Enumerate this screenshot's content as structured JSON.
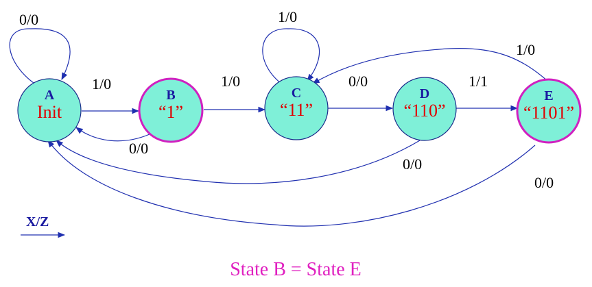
{
  "states": [
    {
      "id": "A",
      "name": "A",
      "desc": "Init",
      "highlight": false
    },
    {
      "id": "B",
      "name": "B",
      "desc": "“1”",
      "highlight": true
    },
    {
      "id": "C",
      "name": "C",
      "desc": "“11”",
      "highlight": false
    },
    {
      "id": "D",
      "name": "D",
      "desc": "“110”",
      "highlight": false
    },
    {
      "id": "E",
      "name": "E",
      "desc": "“1101”",
      "highlight": true
    }
  ],
  "transitions": [
    {
      "from": "A",
      "to": "A",
      "label": "0/0"
    },
    {
      "from": "A",
      "to": "B",
      "label": "1/0"
    },
    {
      "from": "B",
      "to": "A",
      "label": "0/0"
    },
    {
      "from": "B",
      "to": "C",
      "label": "1/0"
    },
    {
      "from": "C",
      "to": "C",
      "label": "1/0"
    },
    {
      "from": "C",
      "to": "D",
      "label": "0/0"
    },
    {
      "from": "D",
      "to": "E",
      "label": "1/1"
    },
    {
      "from": "D",
      "to": "A",
      "label": "0/0"
    },
    {
      "from": "E",
      "to": "C",
      "label": "1/0"
    },
    {
      "from": "E",
      "to": "A",
      "label": "0/0"
    }
  ],
  "legend": {
    "label": "X/Z"
  },
  "footer": {
    "text": "State B = State E"
  },
  "colors": {
    "state_fill": "#7ff0d8",
    "highlight_stroke": "#d020c0",
    "edge": "#2030b0",
    "state_desc": "#e00000",
    "footer": "#e020c0"
  }
}
